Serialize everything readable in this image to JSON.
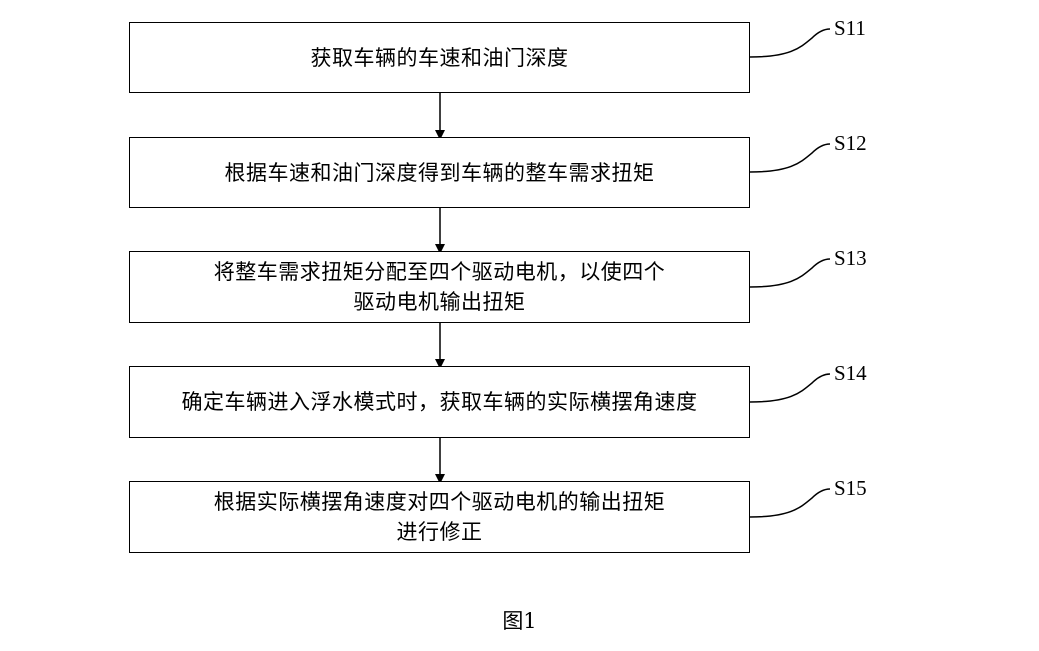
{
  "flowchart": {
    "steps": [
      {
        "id": "S11",
        "label": "S11",
        "text": "获取车辆的车速和油门深度"
      },
      {
        "id": "S12",
        "label": "S12",
        "text": "根据车速和油门深度得到车辆的整车需求扭矩"
      },
      {
        "id": "S13",
        "label": "S13",
        "text": "将整车需求扭矩分配至四个驱动电机，以使四个\n驱动电机输出扭矩"
      },
      {
        "id": "S14",
        "label": "S14",
        "text": "确定车辆进入浮水模式时，获取车辆的实际横摆角速度"
      },
      {
        "id": "S15",
        "label": "S15",
        "text": "根据实际横摆角速度对四个驱动电机的输出扭矩\n进行修正"
      }
    ]
  },
  "caption": "图1"
}
